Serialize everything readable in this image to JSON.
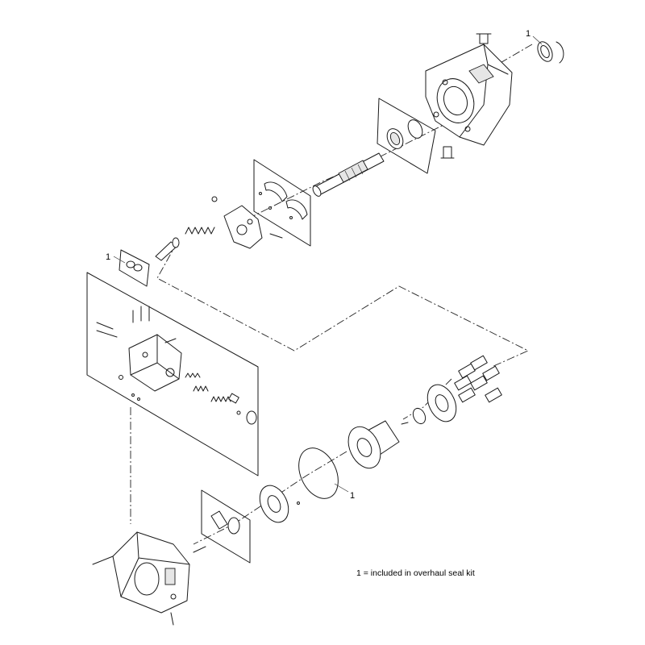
{
  "callouts": {
    "c1": "1",
    "c2": "1",
    "c3": "1"
  },
  "legend": {
    "text": "1 = included in overhaul seal kit"
  }
}
